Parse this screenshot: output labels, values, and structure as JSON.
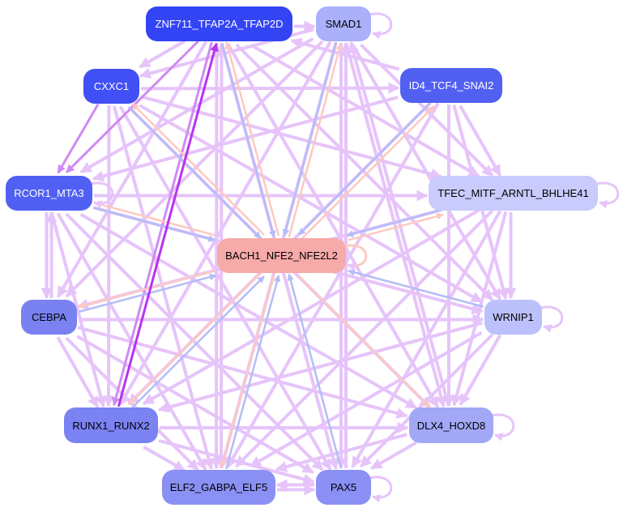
{
  "colors": {
    "light": "#e6c4fa",
    "blue": "#b4bdf7",
    "peach": "#fcc9c0",
    "strong": "#b833f0",
    "medium": "#d08af2"
  },
  "nodes": [
    {
      "id": "ZNF711_TFAP2A_TFAP2D",
      "label": "ZNF711_TFAP2A_TFAP2D",
      "fill": "#3344f5",
      "text": "#ffffff"
    },
    {
      "id": "SMAD1",
      "label": "SMAD1",
      "fill": "#aab0fa",
      "text": "#000000"
    },
    {
      "id": "CXXC1",
      "label": "CXXC1",
      "fill": "#4150f5",
      "text": "#ffffff"
    },
    {
      "id": "ID4_TCF4_SNAI2",
      "label": "ID4_TCF4_SNAI2",
      "fill": "#5260f2",
      "text": "#ffffff"
    },
    {
      "id": "RCOR1_MTA3",
      "label": "RCOR1_MTA3",
      "fill": "#5060f3",
      "text": "#ffffff"
    },
    {
      "id": "TFEC_MITF_ARNTL_BHLHE41",
      "label": "TFEC_MITF_ARNTL_BHLHE41",
      "fill": "#c9cbfc",
      "text": "#000000"
    },
    {
      "id": "BACH1_NFE2_NFE2L2",
      "label": "BACH1_NFE2_NFE2L2",
      "fill": "#f6aaa9",
      "text": "#000000"
    },
    {
      "id": "CEBPA",
      "label": "CEBPA",
      "fill": "#7a82f2",
      "text": "#000000"
    },
    {
      "id": "WRNIP1",
      "label": "WRNIP1",
      "fill": "#bcc0fb",
      "text": "#000000"
    },
    {
      "id": "RUNX1_RUNX2",
      "label": "RUNX1_RUNX2",
      "fill": "#7b82f1",
      "text": "#000000"
    },
    {
      "id": "DLX4_HOXD8",
      "label": "DLX4_HOXD8",
      "fill": "#a2a7f6",
      "text": "#000000"
    },
    {
      "id": "ELF2_GABPA_ELF5",
      "label": "ELF2_GABPA_ELF5",
      "fill": "#8a90f4",
      "text": "#000000"
    },
    {
      "id": "PAX5",
      "label": "PAX5",
      "fill": "#8a90f4",
      "text": "#000000"
    }
  ],
  "edges": [
    [
      "ZNF711_TFAP2A_TFAP2D",
      "BACH1_NFE2_NFE2L2",
      "blue"
    ],
    [
      "BACH1_NFE2_NFE2L2",
      "ZNF711_TFAP2A_TFAP2D",
      "peach"
    ],
    [
      "SMAD1",
      "BACH1_NFE2_NFE2L2",
      "blue"
    ],
    [
      "BACH1_NFE2_NFE2L2",
      "SMAD1",
      "peach"
    ],
    [
      "ID4_TCF4_SNAI2",
      "BACH1_NFE2_NFE2L2",
      "blue"
    ],
    [
      "BACH1_NFE2_NFE2L2",
      "ID4_TCF4_SNAI2",
      "peach"
    ],
    [
      "CXXC1",
      "BACH1_NFE2_NFE2L2",
      "blue"
    ],
    [
      "BACH1_NFE2_NFE2L2",
      "CXXC1",
      "peach"
    ],
    [
      "RCOR1_MTA3",
      "BACH1_NFE2_NFE2L2",
      "blue"
    ],
    [
      "BACH1_NFE2_NFE2L2",
      "RCOR1_MTA3",
      "peach"
    ],
    [
      "TFEC_MITF_ARNTL_BHLHE41",
      "BACH1_NFE2_NFE2L2",
      "blue"
    ],
    [
      "BACH1_NFE2_NFE2L2",
      "TFEC_MITF_ARNTL_BHLHE41",
      "peach"
    ],
    [
      "CEBPA",
      "BACH1_NFE2_NFE2L2",
      "blue"
    ],
    [
      "BACH1_NFE2_NFE2L2",
      "CEBPA",
      "peach"
    ],
    [
      "WRNIP1",
      "BACH1_NFE2_NFE2L2",
      "blue"
    ],
    [
      "RUNX1_RUNX2",
      "BACH1_NFE2_NFE2L2",
      "blue"
    ],
    [
      "BACH1_NFE2_NFE2L2",
      "RUNX1_RUNX2",
      "peach"
    ],
    [
      "BACH1_NFE2_NFE2L2",
      "DLX4_HOXD8",
      "peach"
    ],
    [
      "ELF2_GABPA_ELF5",
      "BACH1_NFE2_NFE2L2",
      "blue"
    ],
    [
      "BACH1_NFE2_NFE2L2",
      "ELF2_GABPA_ELF5",
      "peach"
    ],
    [
      "PAX5",
      "BACH1_NFE2_NFE2L2",
      "blue"
    ],
    [
      "RUNX1_RUNX2",
      "ZNF711_TFAP2A_TFAP2D",
      "strong"
    ],
    [
      "ZNF711_TFAP2A_TFAP2D",
      "RCOR1_MTA3",
      "medium"
    ],
    [
      "CXXC1",
      "RCOR1_MTA3",
      "medium"
    ],
    [
      "ZNF711_TFAP2A_TFAP2D",
      "RUNX1_RUNX2",
      "medium"
    ],
    [
      "ZNF711_TFAP2A_TFAP2D",
      "SMAD1",
      "light"
    ],
    [
      "ZNF711_TFAP2A_TFAP2D",
      "CXXC1",
      "light"
    ],
    [
      "ZNF711_TFAP2A_TFAP2D",
      "CEBPA",
      "light"
    ],
    [
      "ZNF711_TFAP2A_TFAP2D",
      "ELF2_GABPA_ELF5",
      "light"
    ],
    [
      "ZNF711_TFAP2A_TFAP2D",
      "PAX5",
      "light"
    ],
    [
      "ZNF711_TFAP2A_TFAP2D",
      "DLX4_HOXD8",
      "light"
    ],
    [
      "ZNF711_TFAP2A_TFAP2D",
      "WRNIP1",
      "light"
    ],
    [
      "ZNF711_TFAP2A_TFAP2D",
      "TFEC_MITF_ARNTL_BHLHE41",
      "light"
    ],
    [
      "SMAD1",
      "CXXC1",
      "light"
    ],
    [
      "SMAD1",
      "RCOR1_MTA3",
      "light"
    ],
    [
      "SMAD1",
      "CEBPA",
      "light"
    ],
    [
      "SMAD1",
      "RUNX1_RUNX2",
      "light"
    ],
    [
      "SMAD1",
      "ELF2_GABPA_ELF5",
      "light"
    ],
    [
      "SMAD1",
      "PAX5",
      "light"
    ],
    [
      "SMAD1",
      "DLX4_HOXD8",
      "light"
    ],
    [
      "SMAD1",
      "WRNIP1",
      "light"
    ],
    [
      "SMAD1",
      "TFEC_MITF_ARNTL_BHLHE41",
      "light"
    ],
    [
      "CXXC1",
      "ID4_TCF4_SNAI2",
      "light"
    ],
    [
      "CXXC1",
      "TFEC_MITF_ARNTL_BHLHE41",
      "light"
    ],
    [
      "CXXC1",
      "RUNX1_RUNX2",
      "light"
    ],
    [
      "CXXC1",
      "ELF2_GABPA_ELF5",
      "light"
    ],
    [
      "CXXC1",
      "PAX5",
      "light"
    ],
    [
      "CXXC1",
      "DLX4_HOXD8",
      "light"
    ],
    [
      "CXXC1",
      "WRNIP1",
      "light"
    ],
    [
      "ID4_TCF4_SNAI2",
      "RCOR1_MTA3",
      "light"
    ],
    [
      "ID4_TCF4_SNAI2",
      "TFEC_MITF_ARNTL_BHLHE41",
      "light"
    ],
    [
      "ID4_TCF4_SNAI2",
      "WRNIP1",
      "light"
    ],
    [
      "ID4_TCF4_SNAI2",
      "DLX4_HOXD8",
      "light"
    ],
    [
      "ID4_TCF4_SNAI2",
      "ELF2_GABPA_ELF5",
      "light"
    ],
    [
      "ID4_TCF4_SNAI2",
      "RUNX1_RUNX2",
      "light"
    ],
    [
      "ID4_TCF4_SNAI2",
      "ZNF711_TFAP2A_TFAP2D",
      "light"
    ],
    [
      "RCOR1_MTA3",
      "TFEC_MITF_ARNTL_BHLHE41",
      "light"
    ],
    [
      "RCOR1_MTA3",
      "CEBPA",
      "light"
    ],
    [
      "RCOR1_MTA3",
      "RUNX1_RUNX2",
      "light"
    ],
    [
      "RCOR1_MTA3",
      "ELF2_GABPA_ELF5",
      "light"
    ],
    [
      "RCOR1_MTA3",
      "PAX5",
      "light"
    ],
    [
      "RCOR1_MTA3",
      "DLX4_HOXD8",
      "light"
    ],
    [
      "RCOR1_MTA3",
      "WRNIP1",
      "light"
    ],
    [
      "TFEC_MITF_ARNTL_BHLHE41",
      "WRNIP1",
      "light"
    ],
    [
      "TFEC_MITF_ARNTL_BHLHE41",
      "DLX4_HOXD8",
      "light"
    ],
    [
      "TFEC_MITF_ARNTL_BHLHE41",
      "PAX5",
      "light"
    ],
    [
      "TFEC_MITF_ARNTL_BHLHE41",
      "ELF2_GABPA_ELF5",
      "light"
    ],
    [
      "TFEC_MITF_ARNTL_BHLHE41",
      "RUNX1_RUNX2",
      "light"
    ],
    [
      "TFEC_MITF_ARNTL_BHLHE41",
      "CEBPA",
      "light"
    ],
    [
      "CEBPA",
      "WRNIP1",
      "light"
    ],
    [
      "CEBPA",
      "RUNX1_RUNX2",
      "light"
    ],
    [
      "CEBPA",
      "ELF2_GABPA_ELF5",
      "light"
    ],
    [
      "CEBPA",
      "DLX4_HOXD8",
      "light"
    ],
    [
      "CEBPA",
      "PAX5",
      "light"
    ],
    [
      "CEBPA",
      "RCOR1_MTA3",
      "light"
    ],
    [
      "WRNIP1",
      "DLX4_HOXD8",
      "light"
    ],
    [
      "WRNIP1",
      "PAX5",
      "light"
    ],
    [
      "WRNIP1",
      "ELF2_GABPA_ELF5",
      "light"
    ],
    [
      "WRNIP1",
      "RUNX1_RUNX2",
      "light"
    ],
    [
      "RUNX1_RUNX2",
      "DLX4_HOXD8",
      "light"
    ],
    [
      "RUNX1_RUNX2",
      "ELF2_GABPA_ELF5",
      "light"
    ],
    [
      "RUNX1_RUNX2",
      "PAX5",
      "light"
    ],
    [
      "DLX4_HOXD8",
      "ELF2_GABPA_ELF5",
      "light"
    ],
    [
      "DLX4_HOXD8",
      "PAX5",
      "light"
    ],
    [
      "ELF2_GABPA_ELF5",
      "PAX5",
      "light"
    ],
    [
      "PAX5",
      "ELF2_GABPA_ELF5",
      "light"
    ],
    [
      "DLX4_HOXD8",
      "SMAD1",
      "light"
    ],
    [
      "PAX5",
      "SMAD1",
      "light"
    ],
    [
      "ELF2_GABPA_ELF5",
      "ZNF711_TFAP2A_TFAP2D",
      "light"
    ]
  ],
  "self_loops": [
    "SMAD1",
    "RCOR1_MTA3",
    "TFEC_MITF_ARNTL_BHLHE41",
    "BACH1_NFE2_NFE2L2",
    "WRNIP1",
    "DLX4_HOXD8",
    "PAX5"
  ]
}
